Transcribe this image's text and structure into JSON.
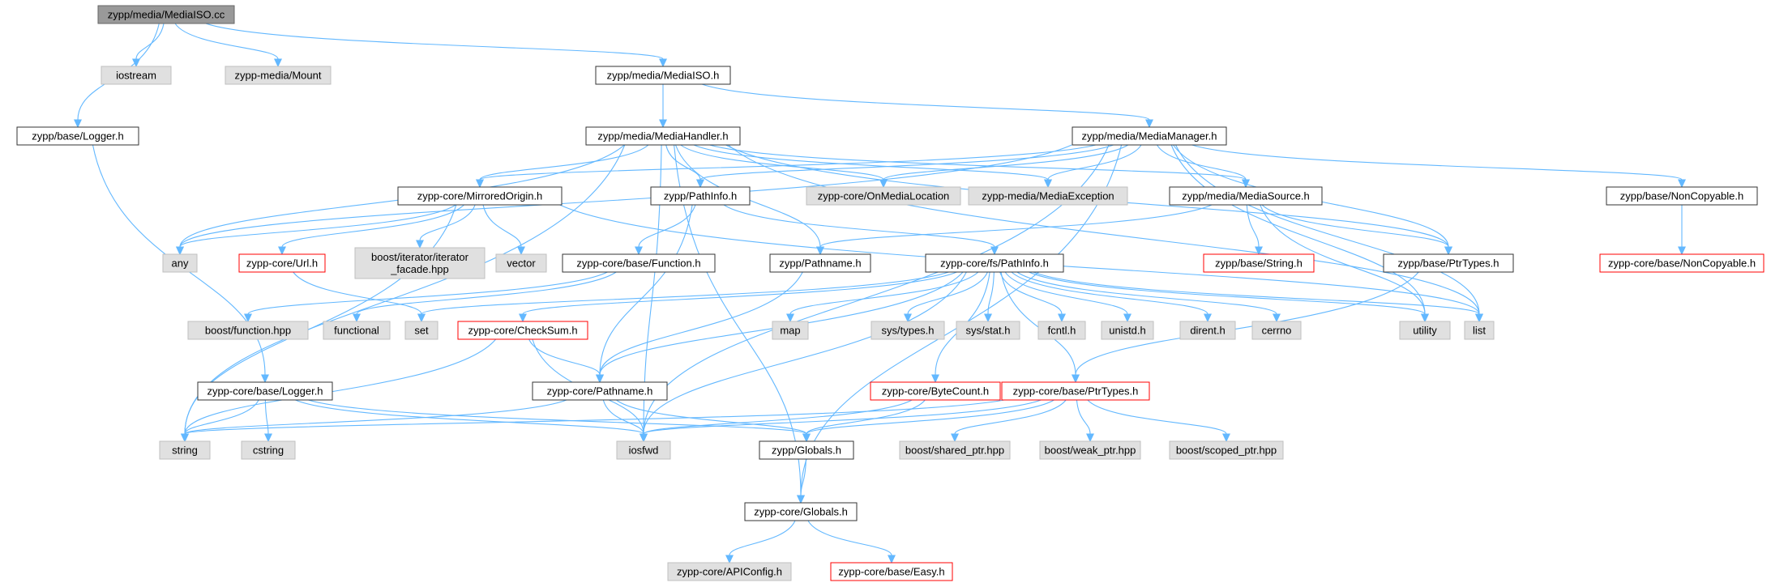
{
  "diagram": {
    "nodes": [
      {
        "id": "n_root",
        "label": "zypp/media/MediaISO.cc",
        "kind": "root"
      },
      {
        "id": "n_iostream",
        "label": "iostream",
        "kind": "ext"
      },
      {
        "id": "n_mount",
        "label": "zypp-media/Mount",
        "kind": "ext"
      },
      {
        "id": "n_mediaiso_h",
        "label": "zypp/media/MediaISO.h",
        "kind": "file"
      },
      {
        "id": "n_base_logger",
        "label": "zypp/base/Logger.h",
        "kind": "file"
      },
      {
        "id": "n_mediahandler",
        "label": "zypp/media/MediaHandler.h",
        "kind": "file"
      },
      {
        "id": "n_mediamanager",
        "label": "zypp/media/MediaManager.h",
        "kind": "file"
      },
      {
        "id": "n_mirroredorigin",
        "label": "zypp-core/MirroredOrigin.h",
        "kind": "file"
      },
      {
        "id": "n_pathinfo",
        "label": "zypp/PathInfo.h",
        "kind": "file"
      },
      {
        "id": "n_onmedialoc",
        "label": "zypp-core/OnMediaLocation",
        "kind": "ext"
      },
      {
        "id": "n_mediaexc",
        "label": "zypp-media/MediaException",
        "kind": "ext"
      },
      {
        "id": "n_mediasource",
        "label": "zypp/media/MediaSource.h",
        "kind": "file"
      },
      {
        "id": "n_noncopyable",
        "label": "zypp/base/NonCopyable.h",
        "kind": "file"
      },
      {
        "id": "n_any",
        "label": "any",
        "kind": "ext"
      },
      {
        "id": "n_url",
        "label": "zypp-core/Url.h",
        "kind": "red"
      },
      {
        "id": "n_iterfacade",
        "label": [
          "boost/iterator/iterator",
          "_facade.hpp"
        ],
        "kind": "ext"
      },
      {
        "id": "n_vector",
        "label": "vector",
        "kind": "ext"
      },
      {
        "id": "n_function",
        "label": "zypp-core/base/Function.h",
        "kind": "file"
      },
      {
        "id": "n_pathname",
        "label": "zypp/Pathname.h",
        "kind": "file"
      },
      {
        "id": "n_fspathinfo",
        "label": "zypp-core/fs/PathInfo.h",
        "kind": "file"
      },
      {
        "id": "n_basestring",
        "label": "zypp/base/String.h",
        "kind": "red"
      },
      {
        "id": "n_baseptrtypes",
        "label": "zypp/base/PtrTypes.h",
        "kind": "file"
      },
      {
        "id": "n_corenoncopyable",
        "label": "zypp-core/base/NonCopyable.h",
        "kind": "red"
      },
      {
        "id": "n_boostfunction",
        "label": "boost/function.hpp",
        "kind": "ext"
      },
      {
        "id": "n_functional",
        "label": "functional",
        "kind": "ext"
      },
      {
        "id": "n_set",
        "label": "set",
        "kind": "ext"
      },
      {
        "id": "n_checksum",
        "label": "zypp-core/CheckSum.h",
        "kind": "red"
      },
      {
        "id": "n_map",
        "label": "map",
        "kind": "ext"
      },
      {
        "id": "n_systypes",
        "label": "sys/types.h",
        "kind": "ext"
      },
      {
        "id": "n_sysstat",
        "label": "sys/stat.h",
        "kind": "ext"
      },
      {
        "id": "n_fcntl",
        "label": "fcntl.h",
        "kind": "ext"
      },
      {
        "id": "n_unistd",
        "label": "unistd.h",
        "kind": "ext"
      },
      {
        "id": "n_dirent",
        "label": "dirent.h",
        "kind": "ext"
      },
      {
        "id": "n_cerrno",
        "label": "cerrno",
        "kind": "ext"
      },
      {
        "id": "n_utility",
        "label": "utility",
        "kind": "ext"
      },
      {
        "id": "n_list",
        "label": "list",
        "kind": "ext"
      },
      {
        "id": "n_corelogger",
        "label": "zypp-core/base/Logger.h",
        "kind": "file"
      },
      {
        "id": "n_corepathname",
        "label": "zypp-core/Pathname.h",
        "kind": "file"
      },
      {
        "id": "n_bytecount",
        "label": "zypp-core/ByteCount.h",
        "kind": "red"
      },
      {
        "id": "n_coreptrtypes",
        "label": "zypp-core/base/PtrTypes.h",
        "kind": "red"
      },
      {
        "id": "n_string",
        "label": "string",
        "kind": "ext"
      },
      {
        "id": "n_cstring",
        "label": "cstring",
        "kind": "ext"
      },
      {
        "id": "n_iosfwd",
        "label": "iosfwd",
        "kind": "ext"
      },
      {
        "id": "n_zyppglobals",
        "label": "zypp/Globals.h",
        "kind": "file"
      },
      {
        "id": "n_sharedptr",
        "label": "boost/shared_ptr.hpp",
        "kind": "ext"
      },
      {
        "id": "n_weakptr",
        "label": "boost/weak_ptr.hpp",
        "kind": "ext"
      },
      {
        "id": "n_scopedptr",
        "label": "boost/scoped_ptr.hpp",
        "kind": "ext"
      },
      {
        "id": "n_coreglobals",
        "label": "zypp-core/Globals.h",
        "kind": "file"
      },
      {
        "id": "n_apiconfig",
        "label": "zypp-core/APIConfig.h",
        "kind": "ext"
      },
      {
        "id": "n_easy",
        "label": "zypp-core/base/Easy.h",
        "kind": "red"
      }
    ],
    "edges": [
      [
        "n_root",
        "n_iostream"
      ],
      [
        "n_root",
        "n_mount"
      ],
      [
        "n_root",
        "n_mediaiso_h"
      ],
      [
        "n_root",
        "n_base_logger"
      ],
      [
        "n_mediaiso_h",
        "n_mediahandler"
      ],
      [
        "n_mediaiso_h",
        "n_mediamanager"
      ],
      [
        "n_base_logger",
        "n_corelogger"
      ],
      [
        "n_mediahandler",
        "n_mirroredorigin"
      ],
      [
        "n_mediahandler",
        "n_pathinfo"
      ],
      [
        "n_mediahandler",
        "n_onmedialoc"
      ],
      [
        "n_mediahandler",
        "n_mediaexc"
      ],
      [
        "n_mediahandler",
        "n_mediasource"
      ],
      [
        "n_mediahandler",
        "n_any"
      ],
      [
        "n_mediahandler",
        "n_pathname"
      ],
      [
        "n_mediahandler",
        "n_baseptrtypes"
      ],
      [
        "n_mediahandler",
        "n_list"
      ],
      [
        "n_mediahandler",
        "n_string"
      ],
      [
        "n_mediahandler",
        "n_iosfwd"
      ],
      [
        "n_mediahandler",
        "n_coreglobals"
      ],
      [
        "n_mediamanager",
        "n_noncopyable"
      ],
      [
        "n_mediamanager",
        "n_mediasource"
      ],
      [
        "n_mediamanager",
        "n_onmedialoc"
      ],
      [
        "n_mediamanager",
        "n_mediaexc"
      ],
      [
        "n_mediamanager",
        "n_mirroredorigin"
      ],
      [
        "n_mediamanager",
        "n_pathinfo"
      ],
      [
        "n_mediamanager",
        "n_baseptrtypes"
      ],
      [
        "n_mediamanager",
        "n_list"
      ],
      [
        "n_mediamanager",
        "n_iosfwd"
      ],
      [
        "n_mediamanager",
        "n_any"
      ],
      [
        "n_mediamanager",
        "n_utility"
      ],
      [
        "n_mediamanager",
        "n_coreglobals"
      ],
      [
        "n_mirroredorigin",
        "n_any"
      ],
      [
        "n_mirroredorigin",
        "n_url"
      ],
      [
        "n_mirroredorigin",
        "n_iterfacade"
      ],
      [
        "n_mirroredorigin",
        "n_vector"
      ],
      [
        "n_mirroredorigin",
        "n_string"
      ],
      [
        "n_mirroredorigin",
        "n_list"
      ],
      [
        "n_pathinfo",
        "n_function"
      ],
      [
        "n_pathinfo",
        "n_fspathinfo"
      ],
      [
        "n_pathinfo",
        "n_corepathname"
      ],
      [
        "n_mediasource",
        "n_basestring"
      ],
      [
        "n_mediasource",
        "n_baseptrtypes"
      ],
      [
        "n_mediasource",
        "n_pathname"
      ],
      [
        "n_mediasource",
        "n_utility"
      ],
      [
        "n_noncopyable",
        "n_corenoncopyable"
      ],
      [
        "n_url",
        "n_set"
      ],
      [
        "n_function",
        "n_boostfunction"
      ],
      [
        "n_function",
        "n_functional"
      ],
      [
        "n_pathname",
        "n_corepathname"
      ],
      [
        "n_fspathinfo",
        "n_set"
      ],
      [
        "n_fspathinfo",
        "n_checksum"
      ],
      [
        "n_fspathinfo",
        "n_map"
      ],
      [
        "n_fspathinfo",
        "n_systypes"
      ],
      [
        "n_fspathinfo",
        "n_sysstat"
      ],
      [
        "n_fspathinfo",
        "n_fcntl"
      ],
      [
        "n_fspathinfo",
        "n_unistd"
      ],
      [
        "n_fspathinfo",
        "n_dirent"
      ],
      [
        "n_fspathinfo",
        "n_cerrno"
      ],
      [
        "n_fspathinfo",
        "n_utility"
      ],
      [
        "n_fspathinfo",
        "n_list"
      ],
      [
        "n_fspathinfo",
        "n_corepathname"
      ],
      [
        "n_fspathinfo",
        "n_bytecount"
      ],
      [
        "n_fspathinfo",
        "n_coreptrtypes"
      ],
      [
        "n_fspathinfo",
        "n_iosfwd"
      ],
      [
        "n_baseptrtypes",
        "n_coreptrtypes"
      ],
      [
        "n_checksum",
        "n_corepathname"
      ],
      [
        "n_checksum",
        "n_string"
      ],
      [
        "n_checksum",
        "n_iosfwd"
      ],
      [
        "n_corelogger",
        "n_string"
      ],
      [
        "n_corelogger",
        "n_cstring"
      ],
      [
        "n_corelogger",
        "n_iosfwd"
      ],
      [
        "n_corelogger",
        "n_zyppglobals"
      ],
      [
        "n_corepathname",
        "n_string"
      ],
      [
        "n_corepathname",
        "n_iosfwd"
      ],
      [
        "n_corepathname",
        "n_zyppglobals"
      ],
      [
        "n_bytecount",
        "n_iosfwd"
      ],
      [
        "n_bytecount",
        "n_zyppglobals"
      ],
      [
        "n_coreptrtypes",
        "n_string"
      ],
      [
        "n_coreptrtypes",
        "n_iosfwd"
      ],
      [
        "n_coreptrtypes",
        "n_sharedptr"
      ],
      [
        "n_coreptrtypes",
        "n_weakptr"
      ],
      [
        "n_coreptrtypes",
        "n_scopedptr"
      ],
      [
        "n_coreptrtypes",
        "n_zyppglobals"
      ],
      [
        "n_zyppglobals",
        "n_coreglobals"
      ],
      [
        "n_coreglobals",
        "n_apiconfig"
      ],
      [
        "n_coreglobals",
        "n_easy"
      ]
    ]
  }
}
